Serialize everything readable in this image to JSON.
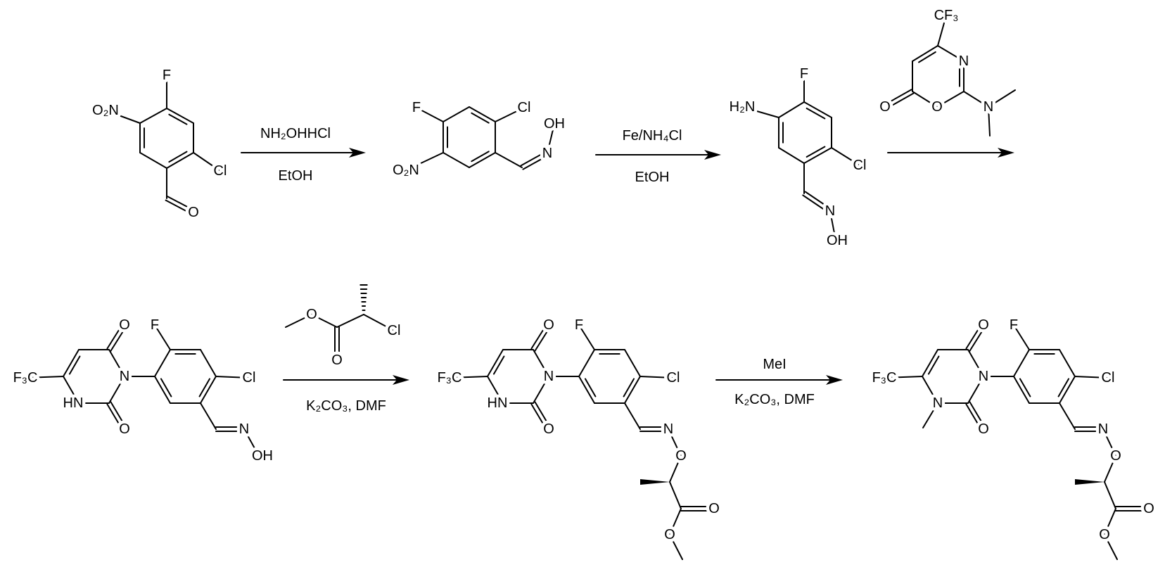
{
  "scheme": {
    "step1": {
      "reagent_top": "NH₂OHHCl",
      "reagent_bottom": "EtOH"
    },
    "step2": {
      "reagent_top": "Fe/NH₄Cl",
      "reagent_bottom": "EtOH"
    },
    "step3": {
      "reagent": {
        "cf3": "CF₃",
        "ring_n": "N",
        "ring_o": "O",
        "carbonyl_o": "O",
        "amine_n": "N"
      }
    },
    "step4": {
      "reagent": {
        "ester_o": "O",
        "carbonyl_o": "O",
        "cl": "Cl"
      },
      "reagent_bottom": "K₂CO₃, DMF"
    },
    "step5": {
      "reagent_top": "MeI",
      "reagent_bottom": "K₂CO₃, DMF"
    }
  },
  "compounds": {
    "c1": {
      "f": "F",
      "no2": "O₂N",
      "cl": "Cl",
      "o": "O"
    },
    "c2": {
      "f": "F",
      "cl": "Cl",
      "no2": "O₂N",
      "n": "N",
      "oh": "OH"
    },
    "c3": {
      "f": "F",
      "nh2": "H₂N",
      "cl": "Cl",
      "n": "N",
      "oh": "OH"
    },
    "c4": {
      "o4": "O",
      "o2": "O",
      "f": "F",
      "cf3": "F₃C",
      "n3": "N",
      "n1": "HN",
      "cl": "Cl",
      "n": "N",
      "oh": "OH"
    },
    "c5": {
      "o4": "O",
      "o2": "O",
      "f": "F",
      "cf3": "F₃C",
      "n3": "N",
      "n1": "HN",
      "cl": "Cl",
      "n": "N",
      "o": "O",
      "co": "O",
      "oe": "O"
    },
    "c6": {
      "o4": "O",
      "o2": "O",
      "f": "F",
      "cf3": "F₃C",
      "n3": "N",
      "n1": "N",
      "cl": "Cl",
      "n": "N",
      "o": "O",
      "co": "O",
      "oe": "O"
    }
  }
}
